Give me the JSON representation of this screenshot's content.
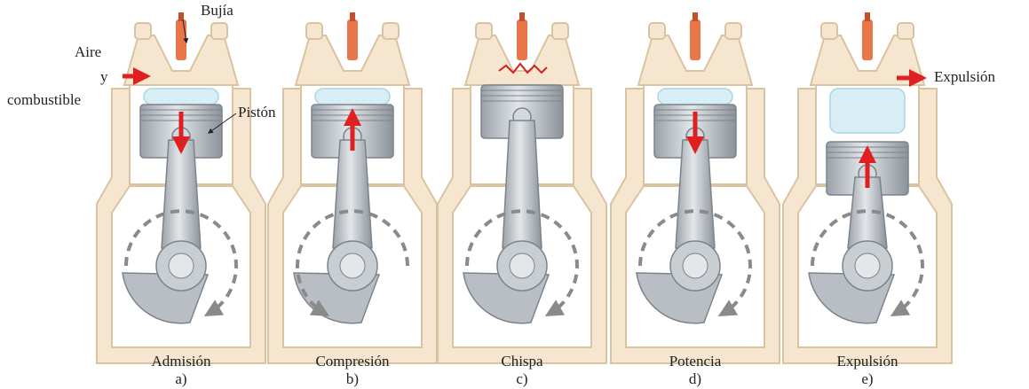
{
  "callouts": {
    "spark_plug": "Bujía",
    "air": "Aire",
    "and": "y",
    "fuel": "combustible",
    "piston": "Pistón",
    "exhaust": "Expulsión"
  },
  "stages": [
    {
      "name": "Admisión",
      "letter": "a)",
      "piston_motion": "down",
      "rotation": "clockwise"
    },
    {
      "name": "Compresión",
      "letter": "b)",
      "piston_motion": "up",
      "rotation": "counterclockwise"
    },
    {
      "name": "Chispa",
      "letter": "c)",
      "piston_motion": "none",
      "rotation": "clockwise"
    },
    {
      "name": "Potencia",
      "letter": "d)",
      "piston_motion": "down",
      "rotation": "clockwise"
    },
    {
      "name": "Expulsión",
      "letter": "e)",
      "piston_motion": "up",
      "rotation": "clockwise"
    }
  ],
  "colors": {
    "block_fill": "#f6e6cf",
    "block_stroke": "#d9c3a0",
    "metal": "#b8bec4",
    "metal_dark": "#7c848b",
    "gas": "#d6eef4",
    "arrow": "#e02020",
    "spark": "#e8764a",
    "rotation_arrow": "#8a8a8a"
  }
}
